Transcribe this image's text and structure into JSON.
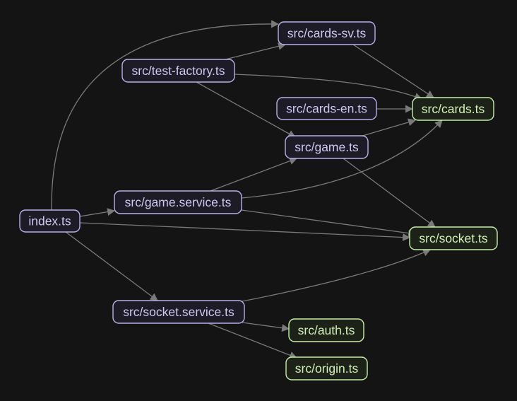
{
  "diagram": {
    "type": "dependency-graph",
    "colors": {
      "background": "#141414",
      "edge": "#7a7a7a",
      "module_fill": "#1c1b26",
      "module_stroke": "#b9b0e6",
      "module_text": "#cfc8f2",
      "leaf_fill": "#1d2218",
      "leaf_stroke": "#c7eeaa",
      "leaf_text": "#d2f0b8"
    },
    "nodes": [
      {
        "id": "index",
        "label": "index.ts",
        "kind": "module"
      },
      {
        "id": "cards-sv",
        "label": "src/cards-sv.ts",
        "kind": "module"
      },
      {
        "id": "test-factory",
        "label": "src/test-factory.ts",
        "kind": "module"
      },
      {
        "id": "cards-en",
        "label": "src/cards-en.ts",
        "kind": "module"
      },
      {
        "id": "cards",
        "label": "src/cards.ts",
        "kind": "leaf"
      },
      {
        "id": "game",
        "label": "src/game.ts",
        "kind": "module"
      },
      {
        "id": "game-service",
        "label": "src/game.service.ts",
        "kind": "module"
      },
      {
        "id": "socket",
        "label": "src/socket.ts",
        "kind": "leaf"
      },
      {
        "id": "socket-service",
        "label": "src/socket.service.ts",
        "kind": "module"
      },
      {
        "id": "auth",
        "label": "src/auth.ts",
        "kind": "leaf"
      },
      {
        "id": "origin",
        "label": "src/origin.ts",
        "kind": "leaf"
      }
    ],
    "edges": [
      {
        "from": "index",
        "to": "cards-sv"
      },
      {
        "from": "index",
        "to": "game-service"
      },
      {
        "from": "index",
        "to": "socket"
      },
      {
        "from": "index",
        "to": "socket-service"
      },
      {
        "from": "test-factory",
        "to": "cards-sv"
      },
      {
        "from": "test-factory",
        "to": "cards"
      },
      {
        "from": "test-factory",
        "to": "game"
      },
      {
        "from": "cards-sv",
        "to": "cards"
      },
      {
        "from": "cards-en",
        "to": "cards"
      },
      {
        "from": "game",
        "to": "cards"
      },
      {
        "from": "game",
        "to": "socket"
      },
      {
        "from": "game-service",
        "to": "game"
      },
      {
        "from": "game-service",
        "to": "cards"
      },
      {
        "from": "game-service",
        "to": "socket"
      },
      {
        "from": "socket-service",
        "to": "socket"
      },
      {
        "from": "socket-service",
        "to": "auth"
      },
      {
        "from": "socket-service",
        "to": "origin"
      }
    ]
  }
}
